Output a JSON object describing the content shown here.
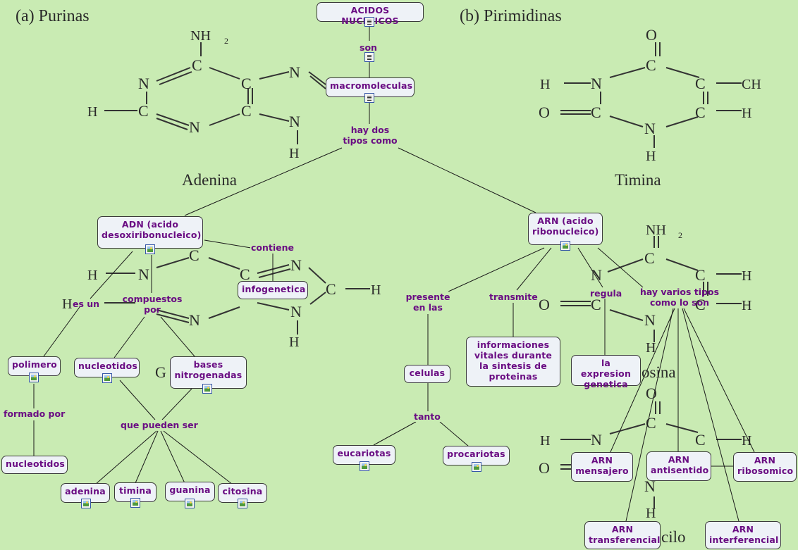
{
  "background": {
    "purinas_title": "(a) Purinas",
    "pirimidinas_title": "(b) Pirimidinas",
    "adenina_caption": "Adenina",
    "timina_caption": "Timina",
    "citosina_partial": "osina",
    "uracilo_partial": "cilo"
  },
  "nodes": {
    "acidos_nucleicos": "ACIDOS NUCLEICOS",
    "macromoleculas": "macromoleculas",
    "adn": "ADN (acido desoxiribonucleico)",
    "arn": "ARN (acido ribonucleico)",
    "infogenetica": "infogenetica",
    "polimero": "polimero",
    "nucleotidos_1": "nucleotidos",
    "bases_nitrogenadas": "bases nitrogenadas",
    "nucleotidos_2": "nucleotidos",
    "adenina": "adenina",
    "timina": "timina",
    "guanina": "guanina",
    "citosina": "citosina",
    "celulas": "celulas",
    "eucariotas": "eucariotas",
    "procariotas": "procariotas",
    "informaciones": "informaciones vitales durante la sintesis de proteinas",
    "expresion": "la expresion genetica",
    "arn_mensajero": "ARN mensajero",
    "arn_antisentido": "ARN antisentido",
    "arn_ribosomico": "ARN ribosomico",
    "arn_transferencial": "ARN transferencial",
    "arn_interferencial": "ARN interferencial"
  },
  "links": {
    "son": "son",
    "hay_dos": "hay dos tipos como",
    "contiene": "contiene",
    "es_un": "es un",
    "compuestos": "compuestos por",
    "formado_por": "formado por",
    "que_pueden": "que pueden ser",
    "presente": "presente en las",
    "tanto": "tanto",
    "transmite": "transmite",
    "regula": "regula",
    "hay_varios": "hay varios tipos como lo son"
  },
  "icons": {
    "document": "document-icon",
    "image": "image-icon"
  },
  "colors": {
    "background": "#c9ebb3",
    "node_fill": "#eef2f7",
    "text": "#6a0d83",
    "line": "#1a1a1a"
  }
}
